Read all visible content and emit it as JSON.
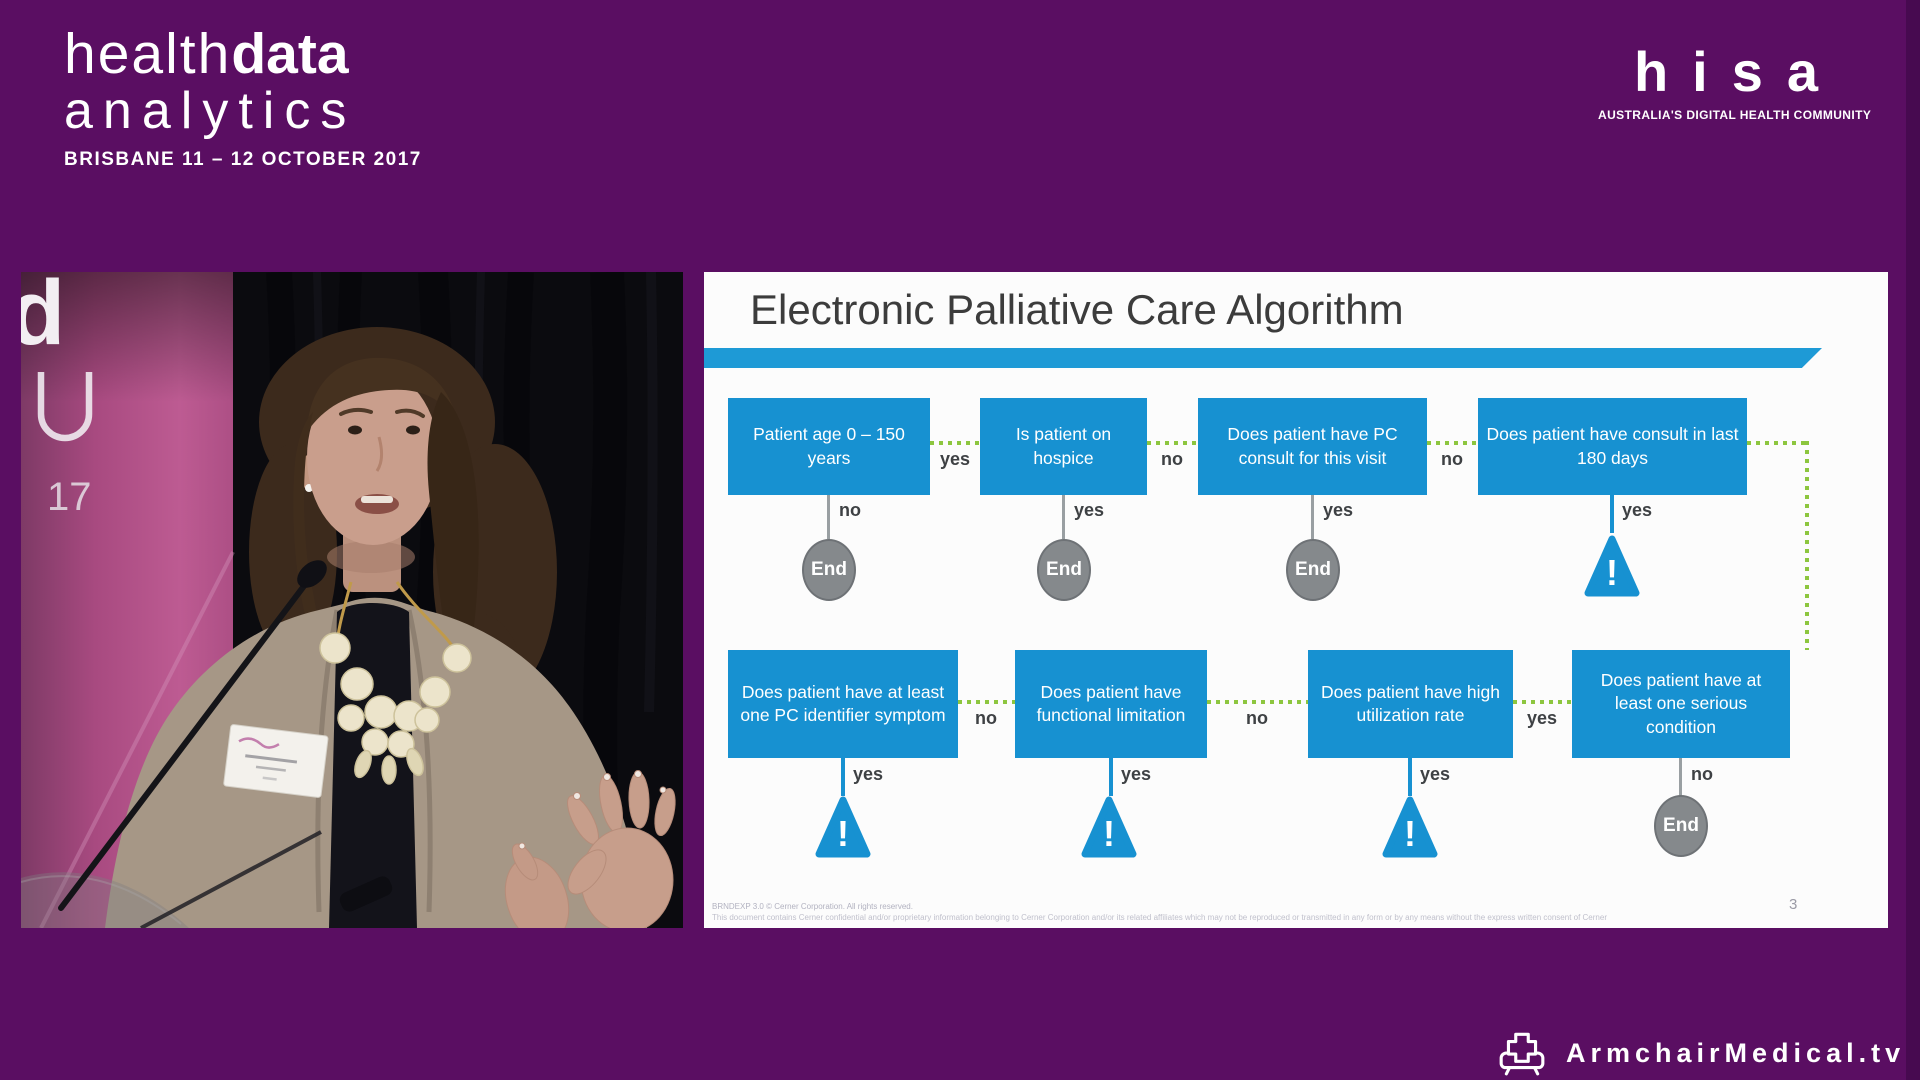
{
  "header": {
    "event_logo": {
      "word_light": "health",
      "word_bold": "data",
      "word_line2": "analytics",
      "tagline": "BRISBANE 11 – 12 OCTOBER 2017"
    },
    "hisa_logo": {
      "mark": "hisa",
      "tagline": "AUSTRALIA'S DIGITAL HEALTH COMMUNITY"
    }
  },
  "watermark": {
    "brand": "ArmchairMedical.tv"
  },
  "slide": {
    "title": "Electronic Palliative Care Algorithm",
    "page_number": "3",
    "fine_print_line1": "BRNDEXP 3.0 © Cerner Corporation.  All rights reserved.",
    "fine_print_line2": "This document contains Cerner confidential and/or proprietary information belonging to Cerner Corporation and/or its related affiliates which may not be reproduced or transmitted in any form or by any means without the express written consent of Cerner",
    "flowchart": {
      "row1": {
        "boxes": [
          "Patient age 0 – 150 years",
          "Is patient on hospice",
          "Does patient have PC consult for this visit",
          "Does patient have consult in last 180 days"
        ],
        "between_labels": [
          "yes",
          "no",
          "no"
        ],
        "down_labels": [
          "no",
          "yes",
          "yes",
          "yes"
        ]
      },
      "row2": {
        "boxes": [
          "Does patient have at least one PC identifier symptom",
          "Does patient have functional limitation",
          "Does patient have high utilization rate",
          "Does patient have at least one serious condition"
        ],
        "between_labels": [
          "no",
          "no",
          "yes"
        ],
        "down_labels": [
          "yes",
          "yes",
          "yes",
          "no"
        ]
      },
      "end_label": "End",
      "alert_glyph": "!"
    },
    "colors": {
      "box_blue": "#1791d1",
      "title_bar_blue": "#1e9ad6",
      "connector_green": "#8dc63f",
      "end_gray": "#85898c",
      "background_purple": "#5a0e62"
    }
  }
}
